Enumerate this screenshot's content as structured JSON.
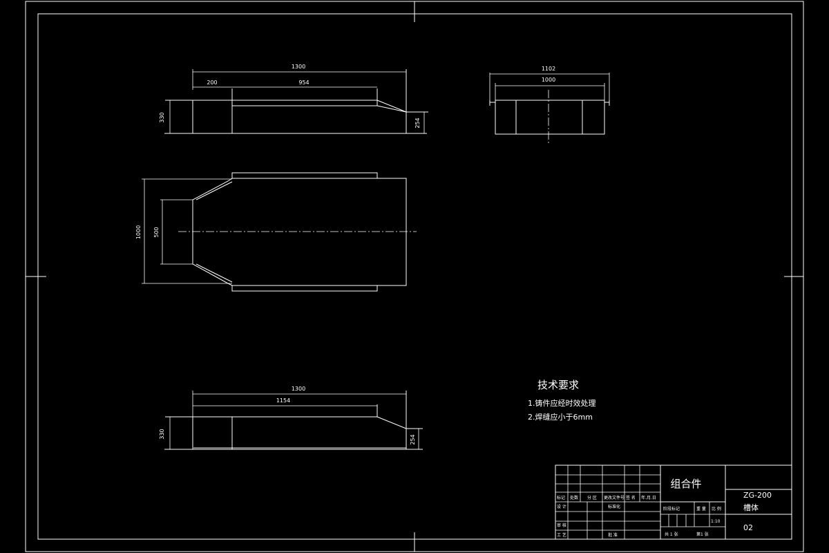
{
  "drawing": {
    "top_view": {
      "dim_overall": "1300",
      "dim_left": "200",
      "dim_mid": "954",
      "dim_height_left": "330",
      "dim_height_right": "254"
    },
    "side_view": {
      "dim_overall": "1102",
      "dim_inner": "1000"
    },
    "plan_view": {
      "dim_outer": "1000",
      "dim_inner": "500"
    },
    "bottom_view": {
      "dim_overall": "1300",
      "dim_mid": "1154",
      "dim_height_left": "330",
      "dim_height_right": "254"
    }
  },
  "notes": {
    "title": "技术要求",
    "items": [
      "1.铸件应经时效处理",
      "2.焊缝应小于6mm"
    ]
  },
  "title_block": {
    "part_name": "组合件",
    "drawing_code": "ZG-200",
    "part_label": "槽体",
    "sheet_no": "02",
    "scale": "1:10",
    "labels": {
      "mark": "标记",
      "count": "处数",
      "zone": "分 区",
      "change_doc": "更改文件号",
      "signature": "签 名",
      "date": "年.月.日",
      "design": "设 计",
      "standardization": "标准化",
      "review": "审 核",
      "process": "工 艺",
      "approve": "批 准",
      "stage_mark": "阶段标记",
      "weight": "重 量",
      "scale_label": "比 例",
      "total_sheets": "共 1 张",
      "sheet_index": "第1 张"
    }
  }
}
